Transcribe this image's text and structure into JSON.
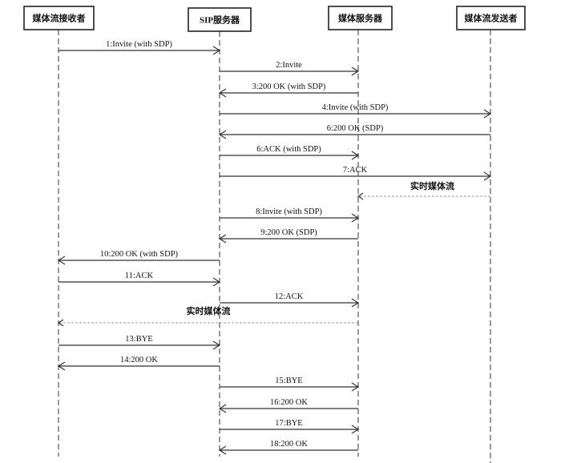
{
  "actors": [
    {
      "id": "receiver",
      "label": "媒体流接收者"
    },
    {
      "id": "sip",
      "label": "SIP服务器"
    },
    {
      "id": "media",
      "label": "媒体服务器"
    },
    {
      "id": "sender",
      "label": "媒体流发送者"
    }
  ],
  "messages": [
    {
      "label": "1:Invite (with SDP)",
      "from": "receiver",
      "to": "sip"
    },
    {
      "label": "2:Invite",
      "from": "sip",
      "to": "media"
    },
    {
      "label": "3:200 OK (with SDP)",
      "from": "media",
      "to": "sip"
    },
    {
      "label": "4:Invite (with SDP)",
      "from": "sip",
      "to": "sender"
    },
    {
      "label": "6:200 OK (SDP)",
      "from": "sender",
      "to": "sip"
    },
    {
      "label": "6:ACK (with SDP)",
      "from": "sip",
      "to": "media"
    },
    {
      "label": "7:ACK",
      "from": "sip",
      "to": "sender"
    },
    {
      "label": "实时媒体流",
      "from": "sender",
      "to": "media",
      "stream": true
    },
    {
      "label": "8:Invite (with SDP)",
      "from": "sip",
      "to": "media"
    },
    {
      "label": "9:200 OK (SDP)",
      "from": "media",
      "to": "sip"
    },
    {
      "label": "10:200 OK (with SDP)",
      "from": "sip",
      "to": "receiver"
    },
    {
      "label": "11:ACK",
      "from": "receiver",
      "to": "sip"
    },
    {
      "label": "12:ACK",
      "from": "sip",
      "to": "media"
    },
    {
      "label": "实时媒体流",
      "from": "media",
      "to": "receiver",
      "stream": true
    },
    {
      "label": "13:BYE",
      "from": "receiver",
      "to": "sip"
    },
    {
      "label": "14:200 OK",
      "from": "sip",
      "to": "receiver"
    },
    {
      "label": "15:BYE",
      "from": "sip",
      "to": "media"
    },
    {
      "label": "16:200 OK",
      "from": "media",
      "to": "sip"
    },
    {
      "label": "17:BYE",
      "from": "sip",
      "to": "media"
    },
    {
      "label": "18:200 OK",
      "from": "media",
      "to": "sip"
    }
  ]
}
